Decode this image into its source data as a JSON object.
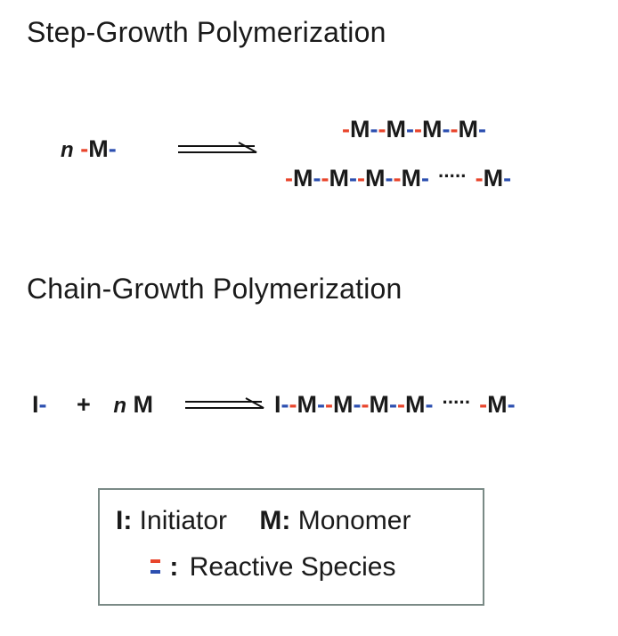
{
  "step_growth": {
    "title": "Step-Growth Polymerization",
    "reactant_coef": "n",
    "reactant": "M"
  },
  "chain_growth": {
    "title": "Chain-Growth Polymerization",
    "initiator": "I",
    "plus": "+",
    "monomer_coef": "n",
    "monomer": "M",
    "product_initiator": "I"
  },
  "chain_dots": "·····",
  "monomer_symbol": "M",
  "legend": {
    "initiator_key": "I:",
    "initiator_label": "Initiator",
    "monomer_key": "M:",
    "monomer_label": "Monomer",
    "reactive_colon": ":",
    "reactive_label": "Reactive Species"
  },
  "colors": {
    "reactive_red": "#e8452c",
    "reactive_blue": "#2c4fb0",
    "legend_border": "#7a8a86"
  }
}
